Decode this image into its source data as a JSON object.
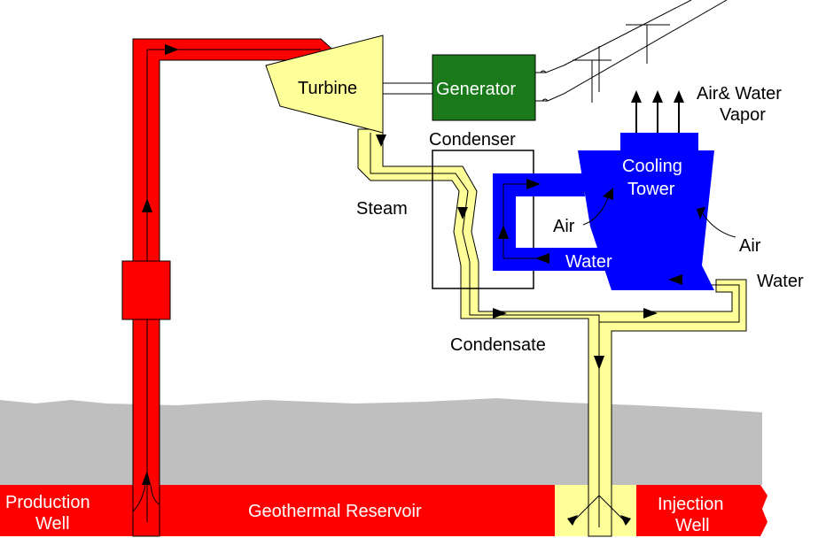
{
  "diagram": {
    "labels": {
      "turbine": "Turbine",
      "generator": "Generator",
      "vapor_line1": "Air& Water",
      "vapor_line2": "Vapor",
      "condenser": "Condenser",
      "cooling_line1": "Cooling",
      "cooling_line2": "Tower",
      "steam": "Steam",
      "air_left": "Air",
      "air_right": "Air",
      "water_loop": "Water",
      "water_right": "Water",
      "condensate": "Condensate",
      "production_line1": "Production",
      "production_line2": "Well",
      "reservoir": "Geothermal Reservoir",
      "injection_line1": "Injection",
      "injection_line2": "Well"
    },
    "colors": {
      "hot_fluid": "#ff0000",
      "steam_condensate": "#ffff99",
      "cooling_water": "#0000ff",
      "generator": "#1a7a1a",
      "ground": "#bfbfbf"
    }
  }
}
